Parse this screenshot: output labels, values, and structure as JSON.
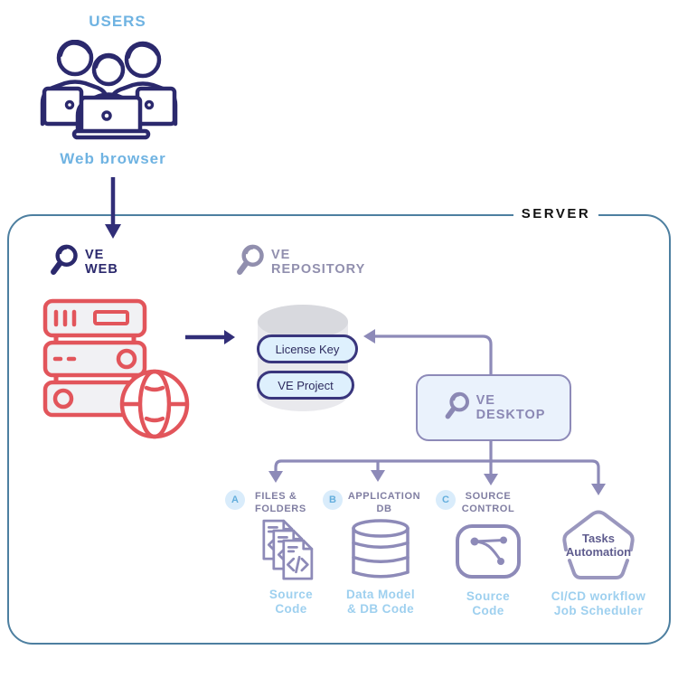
{
  "top": {
    "users_label": "USERS",
    "browser_label": "Web browser"
  },
  "server": {
    "label": "SERVER"
  },
  "ve_web": {
    "line1": "VE",
    "line2": "WEB"
  },
  "ve_repository": {
    "line1": "VE",
    "line2": "REPOSITORY"
  },
  "ve_desktop": {
    "line1": "VE",
    "line2": "DESKTOP"
  },
  "repository": {
    "pills": [
      "License Key",
      "VE Project"
    ]
  },
  "branches": [
    {
      "badge": "A",
      "title_line1": "FILES &",
      "title_line2": "FOLDERS",
      "caption_line1": "Source",
      "caption_line2": "Code",
      "icon": "code-files-icon"
    },
    {
      "badge": "B",
      "title_line1": "APPLICATION",
      "title_line2": "DB",
      "caption_line1": "Data Model",
      "caption_line2": "& DB Code",
      "icon": "database-icon"
    },
    {
      "badge": "C",
      "title_line1": "SOURCE",
      "title_line2": "CONTROL",
      "caption_line1": "Source",
      "caption_line2": "Code",
      "icon": "branch-graph-icon"
    },
    {
      "badge": "",
      "title_line1": "",
      "title_line2": "",
      "caption_line1": "CI/CD workflow",
      "caption_line2": "Job Scheduler",
      "icon": "pentagon-badge-icon",
      "icon_label_line1": "Tasks",
      "icon_label_line2": "Automation"
    }
  ],
  "icons": {
    "users": "users-laptops-icon",
    "logo": "magnifier-icon",
    "web_server": "server-rack-globe-icon",
    "repository": "database-cylinder-icon"
  },
  "colors": {
    "navy": "#2b296d",
    "arrow_navy": "#312e78",
    "accent_red": "#e2555b",
    "light_blue": "#6fb3e2",
    "caption_blue": "#9ed0ef",
    "connector_purple": "#8d8ab8",
    "server_border": "#4d7fa0",
    "pill_fill": "#def0fd",
    "pill_border": "#39367d",
    "badge_fill": "#d9ecfb",
    "cylinder_fill": "#e9e9ed"
  }
}
